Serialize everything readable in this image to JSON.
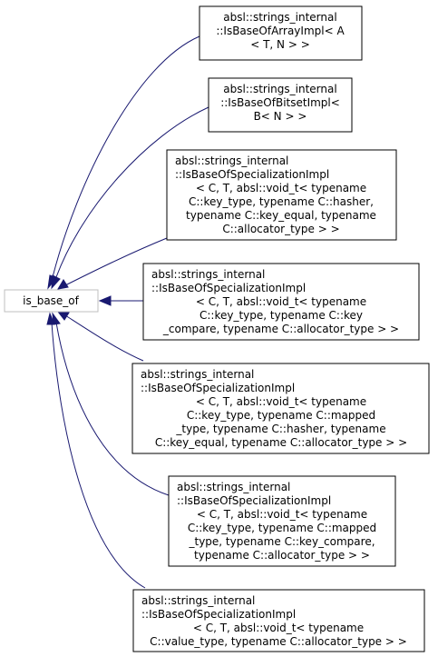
{
  "diagram": {
    "base_node": {
      "id": "base",
      "label": "is_base_of"
    },
    "derived_nodes": [
      {
        "id": "n1",
        "lines": [
          "absl::strings_internal",
          "::IsBaseOfArrayImpl< A",
          "< T, N > >"
        ]
      },
      {
        "id": "n2",
        "lines": [
          "absl::strings_internal",
          "::IsBaseOfBitsetImpl<",
          "B< N > >"
        ]
      },
      {
        "id": "n3",
        "lines": [
          "absl::strings_internal",
          "::IsBaseOfSpecializationImpl",
          "< C, T, absl::void_t< typename",
          " C::key_type, typename C::hasher,",
          " typename C::key_equal, typename",
          " C::allocator_type > >"
        ]
      },
      {
        "id": "n4",
        "lines": [
          "absl::strings_internal",
          "::IsBaseOfSpecializationImpl",
          "< C, T, absl::void_t< typename",
          " C::key_type, typename C::key",
          "_compare, typename C::allocator_type > >"
        ]
      },
      {
        "id": "n5",
        "lines": [
          "absl::strings_internal",
          "::IsBaseOfSpecializationImpl",
          "< C, T, absl::void_t< typename",
          " C::key_type, typename C::mapped",
          "_type, typename C::hasher, typename",
          " C::key_equal, typename C::allocator_type > >"
        ]
      },
      {
        "id": "n6",
        "lines": [
          "absl::strings_internal",
          "::IsBaseOfSpecializationImpl",
          "< C, T, absl::void_t< typename",
          " C::key_type, typename C::mapped",
          "_type, typename C::key_compare,",
          " typename C::allocator_type > >"
        ]
      },
      {
        "id": "n7",
        "lines": [
          "absl::strings_internal",
          "::IsBaseOfSpecializationImpl",
          "< C, T, absl::void_t< typename",
          " C::value_type, typename C::allocator_type > >"
        ]
      }
    ],
    "colors": {
      "edge": "#191970",
      "node_border": "#000000",
      "base_border": "#bfbfbf",
      "background": "#ffffff"
    }
  }
}
